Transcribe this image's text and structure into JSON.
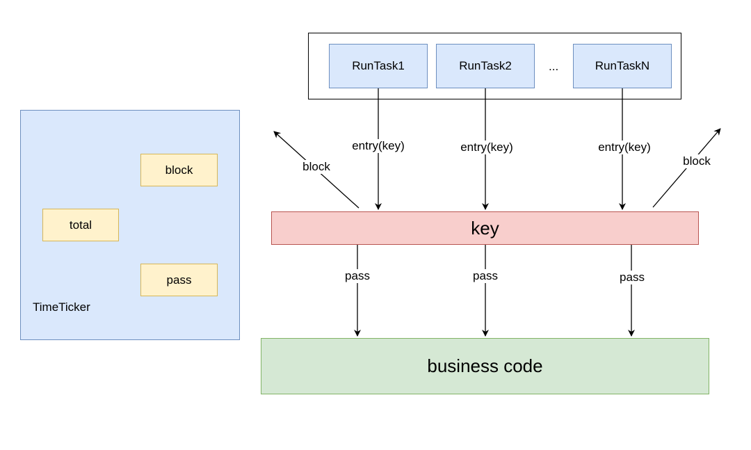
{
  "time_ticker": {
    "title": "TimeTicker",
    "counters": {
      "block": "block",
      "total": "total",
      "pass": "pass"
    }
  },
  "run_tasks": {
    "task_1": "RunTask1",
    "task_2": "RunTask2",
    "ellipsis": "...",
    "task_n": "RunTaskN"
  },
  "edges": {
    "entry_label": "entry(key)",
    "block_label": "block",
    "pass_label": "pass"
  },
  "key_node": {
    "label": "key"
  },
  "business_node": {
    "label": "business code"
  }
}
